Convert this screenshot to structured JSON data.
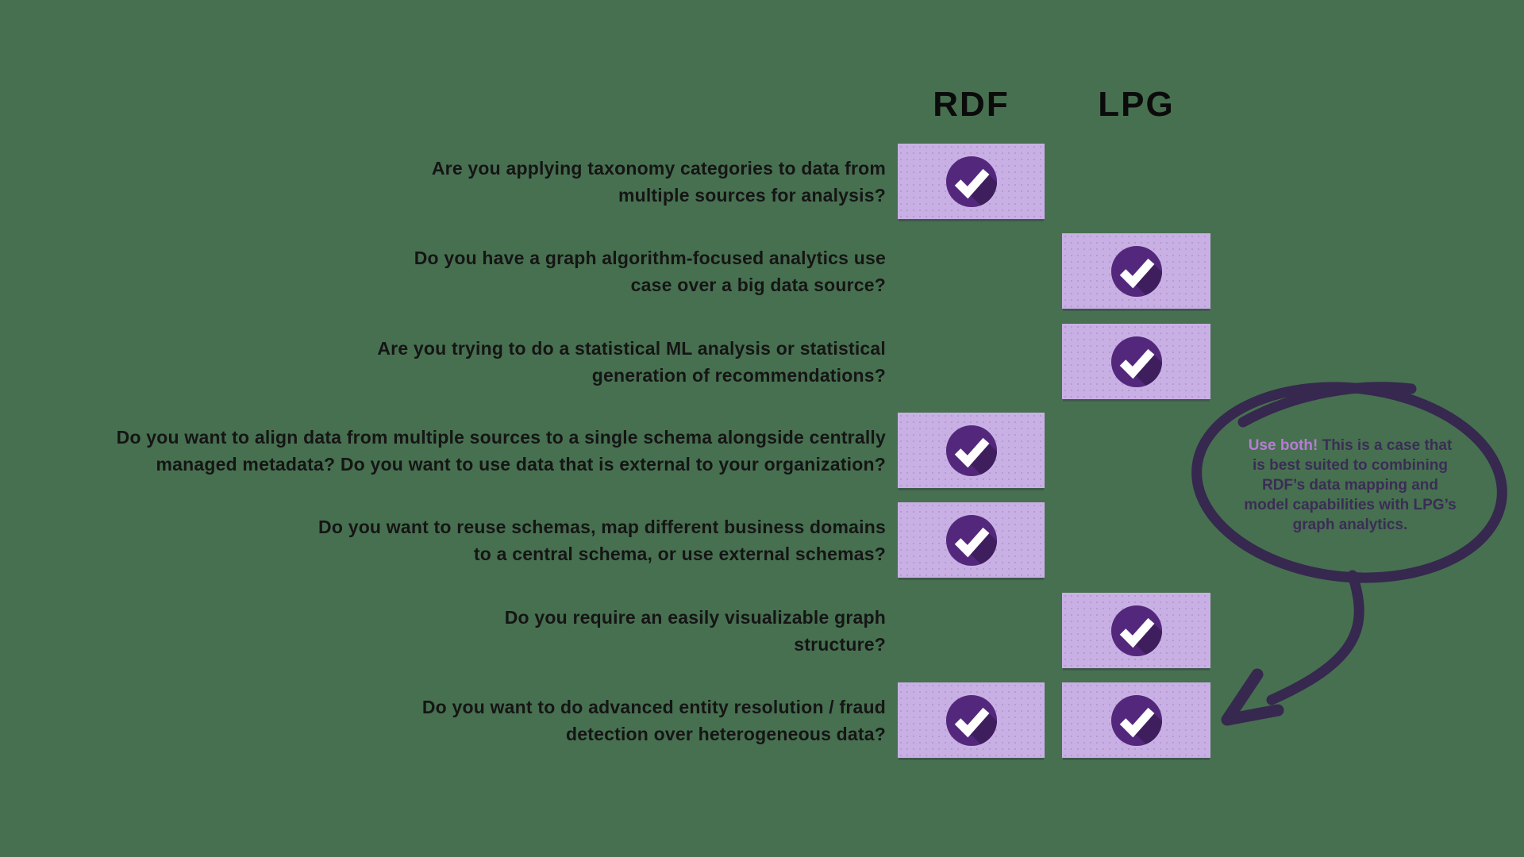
{
  "page": {
    "background_color": "#477050"
  },
  "columns": {
    "rdf": {
      "label": "RDF"
    },
    "lpg": {
      "label": "LPG"
    }
  },
  "rows": [
    {
      "question_lines": [
        "Are you applying taxonomy categories to data from",
        "multiple sources for analysis?"
      ],
      "rdf": true,
      "lpg": false
    },
    {
      "question_lines": [
        "Do you have a graph algorithm-focused analytics use",
        "case over a big data source?"
      ],
      "rdf": false,
      "lpg": true
    },
    {
      "question_lines": [
        "Are you trying to do a statistical ML analysis or statistical",
        "generation of recommendations?"
      ],
      "rdf": false,
      "lpg": true
    },
    {
      "question_lines": [
        "Do you want to align data from multiple sources to a single schema alongside centrally",
        "managed metadata? Do you want to use data that is external to your organization?"
      ],
      "rdf": true,
      "lpg": false
    },
    {
      "question_lines": [
        "Do you want to reuse schemas, map different business domains",
        "to a central schema, or use external schemas?"
      ],
      "rdf": true,
      "lpg": false
    },
    {
      "question_lines": [
        "Do you require an easily visualizable graph",
        "structure?"
      ],
      "rdf": false,
      "lpg": true
    },
    {
      "question_lines": [
        "Do you want to do advanced entity resolution / fraud",
        "detection over heterogeneous data?"
      ],
      "rdf": true,
      "lpg": true
    }
  ],
  "check_icon": {
    "name": "check-icon",
    "glyph": "✓"
  },
  "annotation": {
    "highlight": "Use both!",
    "lines": [
      "This is a case that",
      "is best suited to combining",
      "RDF’s data mapping and",
      "model capabilities with LPG’s",
      "graph analytics."
    ],
    "highlight_color": "#B77CD6",
    "text_color": "#3A2D55",
    "stroke_color": "#36284E"
  },
  "colors": {
    "background": "#477050",
    "tile": "#C9B0E4",
    "check_circle": "#53287C",
    "check_circle_shadow": "#3F1E5E",
    "check_mark": "#FFFFFF",
    "question_text": "#151515",
    "header_text": "#0B0B0B"
  }
}
